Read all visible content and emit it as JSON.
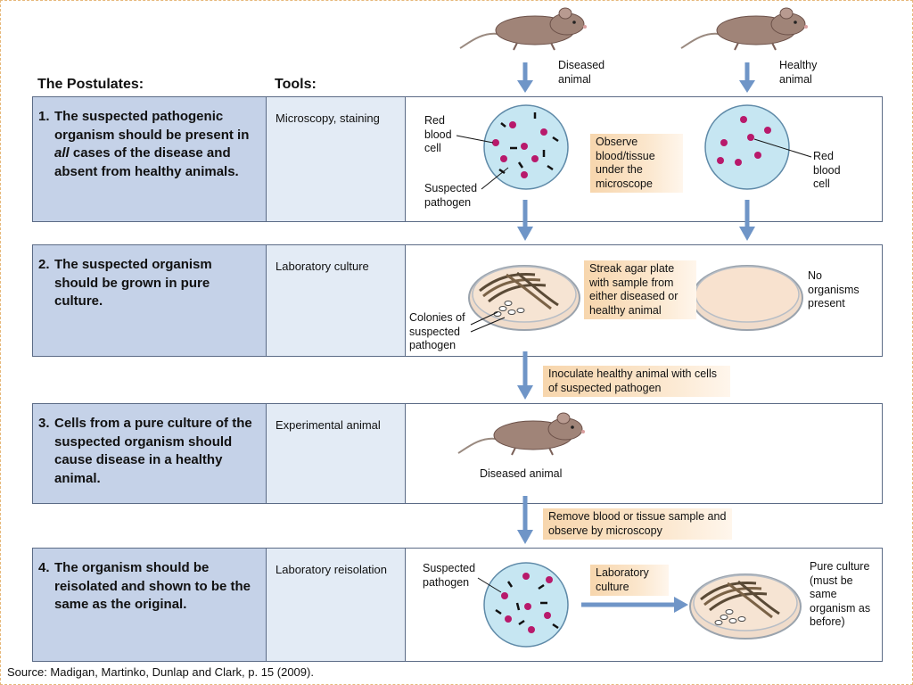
{
  "headers": {
    "postulates": "The Postulates:",
    "tools": "Tools:"
  },
  "rows": [
    {
      "number": "1.",
      "postulate": "The suspected pathogenic organism should be present in all cases of the disease and absent from healthy animals.",
      "tool": "Microscopy, staining"
    },
    {
      "number": "2.",
      "postulate": "The suspected organism should be grown in pure culture.",
      "tool": "Laboratory culture"
    },
    {
      "number": "3.",
      "postulate": "Cells from a pure culture of the suspected organism should cause disease in a healthy animal.",
      "tool": "Experimental animal"
    },
    {
      "number": "4.",
      "postulate": "The organism should be reisolated and shown to be the same as the original.",
      "tool": "Laboratory reisolation"
    }
  ],
  "labels": {
    "diseased_animal_top": "Diseased animal",
    "healthy_animal_top": "Healthy animal",
    "red_blood_cell_left": "Red blood cell",
    "suspected_pathogen_1": "Suspected pathogen",
    "red_blood_cell_right": "Red blood cell",
    "colonies": "Colonies of suspected pathogen",
    "no_organisms": "No organisms present",
    "diseased_animal_row3": "Diseased animal",
    "suspected_pathogen_4": "Suspected pathogen",
    "pure_culture": "Pure culture (must be same organism as before)"
  },
  "notes": {
    "observe": "Observe blood/tissue under the microscope",
    "streak": "Streak agar plate with sample from either diseased or healthy animal",
    "inoculate": "Inoculate healthy animal with cells of suspected pathogen",
    "remove": "Remove blood or tissue sample and observe by microscopy",
    "lab_culture": "Laboratory culture"
  },
  "source": "Source: Madigan, Martinko, Dunlap and Clark, p. 15 (2009).",
  "colors": {
    "postulate_bg": "#c5d2e8",
    "tool_bg": "#e3ebf5",
    "arrow": "#6f95c7",
    "dish_fill": "#c6e6f2",
    "cell": "#b8196b",
    "note_bg": "#f7d6ad"
  }
}
